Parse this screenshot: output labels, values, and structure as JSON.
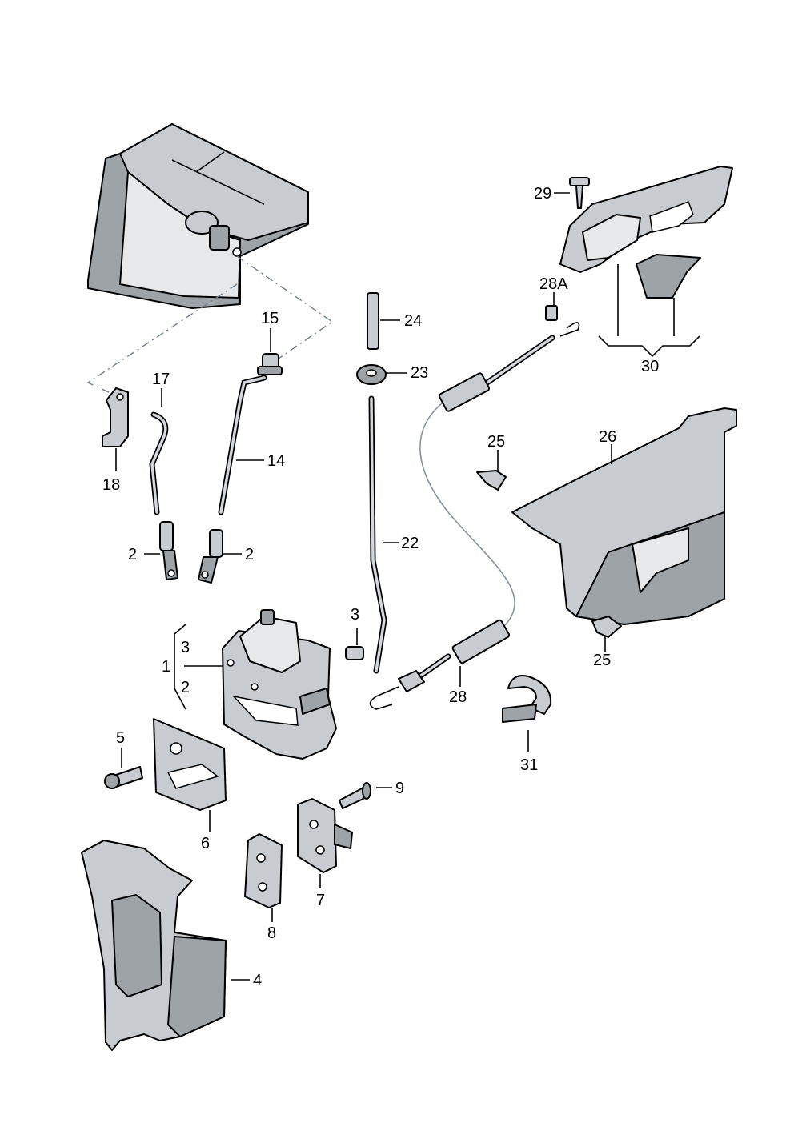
{
  "callouts": {
    "c29": "29",
    "c28a": "28A",
    "c30": "30",
    "c24": "24",
    "c23": "23",
    "c22": "22",
    "c15": "15",
    "c17": "17",
    "c14": "14",
    "c18": "18",
    "c2a": "2",
    "c2b": "2",
    "c25a": "25",
    "c26": "26",
    "c25b": "25",
    "c3a": "3",
    "c3b": "3",
    "c1": "1",
    "c2c": "2",
    "c28": "28",
    "c31": "31",
    "c5": "5",
    "c6": "6",
    "c9": "9",
    "c7": "7",
    "c8": "8",
    "c4": "4"
  },
  "colors": {
    "part_fill": "#c8ccd0",
    "part_dark": "#9ea3a8",
    "line": "#000000",
    "dash": "#6e7c8a"
  }
}
